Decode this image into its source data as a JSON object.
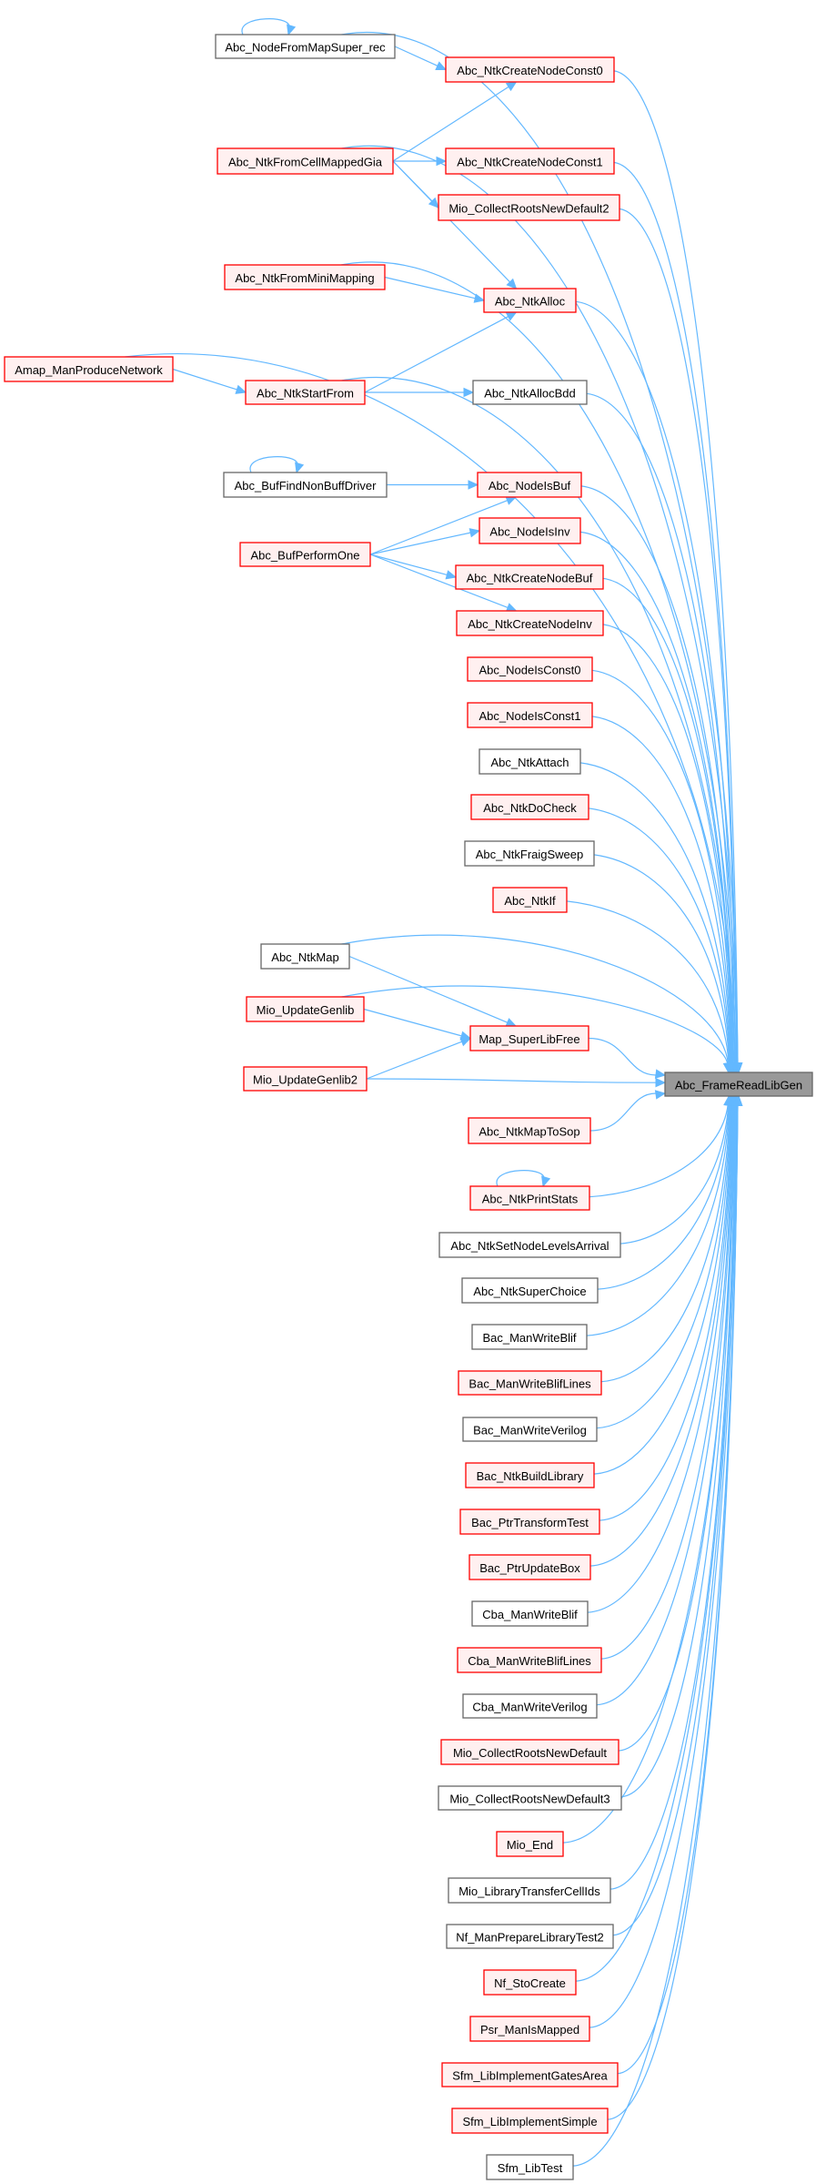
{
  "title": "Abc_FrameReadLibGen caller graph",
  "colors": {
    "edge": "#63b8ff",
    "red_border": "#ff0000",
    "red_fill": "#fff0f0",
    "gray_border": "#666666",
    "target_fill": "#999999"
  },
  "target": {
    "id": "target",
    "label": "Abc_FrameReadLibGen"
  },
  "nodes": [
    {
      "id": "n1",
      "label": "Abc_NodeFromMapSuper_rec",
      "style": "gray"
    },
    {
      "id": "n2",
      "label": "Abc_NtkCreateNodeConst0",
      "style": "red"
    },
    {
      "id": "n3",
      "label": "Abc_NtkFromCellMappedGia",
      "style": "red"
    },
    {
      "id": "n4",
      "label": "Abc_NtkCreateNodeConst1",
      "style": "red"
    },
    {
      "id": "n5",
      "label": "Mio_CollectRootsNewDefault2",
      "style": "red"
    },
    {
      "id": "n6",
      "label": "Abc_NtkFromMiniMapping",
      "style": "red"
    },
    {
      "id": "n7",
      "label": "Abc_NtkAlloc",
      "style": "red"
    },
    {
      "id": "n8",
      "label": "Amap_ManProduceNetwork",
      "style": "red"
    },
    {
      "id": "n9",
      "label": "Abc_NtkStartFrom",
      "style": "red"
    },
    {
      "id": "n10",
      "label": "Abc_NtkAllocBdd",
      "style": "gray"
    },
    {
      "id": "n11",
      "label": "Abc_BufFindNonBuffDriver",
      "style": "gray"
    },
    {
      "id": "n12",
      "label": "Abc_NodeIsBuf",
      "style": "red"
    },
    {
      "id": "n13",
      "label": "Abc_NodeIsInv",
      "style": "red"
    },
    {
      "id": "n14",
      "label": "Abc_BufPerformOne",
      "style": "red"
    },
    {
      "id": "n15",
      "label": "Abc_NtkCreateNodeBuf",
      "style": "red"
    },
    {
      "id": "n16",
      "label": "Abc_NtkCreateNodeInv",
      "style": "red"
    },
    {
      "id": "n17",
      "label": "Abc_NodeIsConst0",
      "style": "red"
    },
    {
      "id": "n18",
      "label": "Abc_NodeIsConst1",
      "style": "red"
    },
    {
      "id": "n19",
      "label": "Abc_NtkAttach",
      "style": "gray"
    },
    {
      "id": "n20",
      "label": "Abc_NtkDoCheck",
      "style": "red"
    },
    {
      "id": "n21",
      "label": "Abc_NtkFraigSweep",
      "style": "gray"
    },
    {
      "id": "n22",
      "label": "Abc_NtkIf",
      "style": "red"
    },
    {
      "id": "n23",
      "label": "Abc_NtkMap",
      "style": "gray"
    },
    {
      "id": "n24",
      "label": "Mio_UpdateGenlib",
      "style": "red"
    },
    {
      "id": "n25",
      "label": "Map_SuperLibFree",
      "style": "red"
    },
    {
      "id": "n26",
      "label": "Mio_UpdateGenlib2",
      "style": "red"
    },
    {
      "id": "n27",
      "label": "Abc_NtkMapToSop",
      "style": "red"
    },
    {
      "id": "n28",
      "label": "Abc_NtkPrintStats",
      "style": "red"
    },
    {
      "id": "n29",
      "label": "Abc_NtkSetNodeLevelsArrival",
      "style": "gray"
    },
    {
      "id": "n30",
      "label": "Abc_NtkSuperChoice",
      "style": "gray"
    },
    {
      "id": "n31",
      "label": "Bac_ManWriteBlif",
      "style": "gray"
    },
    {
      "id": "n32",
      "label": "Bac_ManWriteBlifLines",
      "style": "red"
    },
    {
      "id": "n33",
      "label": "Bac_ManWriteVerilog",
      "style": "gray"
    },
    {
      "id": "n34",
      "label": "Bac_NtkBuildLibrary",
      "style": "red"
    },
    {
      "id": "n35",
      "label": "Bac_PtrTransformTest",
      "style": "red"
    },
    {
      "id": "n36",
      "label": "Bac_PtrUpdateBox",
      "style": "red"
    },
    {
      "id": "n37",
      "label": "Cba_ManWriteBlif",
      "style": "gray"
    },
    {
      "id": "n38",
      "label": "Cba_ManWriteBlifLines",
      "style": "red"
    },
    {
      "id": "n39",
      "label": "Cba_ManWriteVerilog",
      "style": "gray"
    },
    {
      "id": "n40",
      "label": "Mio_CollectRootsNewDefault",
      "style": "red"
    },
    {
      "id": "n41",
      "label": "Mio_CollectRootsNewDefault3",
      "style": "gray"
    },
    {
      "id": "n42",
      "label": "Mio_End",
      "style": "red"
    },
    {
      "id": "n43",
      "label": "Mio_LibraryTransferCellIds",
      "style": "gray"
    },
    {
      "id": "n44",
      "label": "Nf_ManPrepareLibraryTest2",
      "style": "gray"
    },
    {
      "id": "n45",
      "label": "Nf_StoCreate",
      "style": "red"
    },
    {
      "id": "n46",
      "label": "Psr_ManIsMapped",
      "style": "red"
    },
    {
      "id": "n47",
      "label": "Sfm_LibImplementGatesArea",
      "style": "red"
    },
    {
      "id": "n48",
      "label": "Sfm_LibImplementSimple",
      "style": "red"
    },
    {
      "id": "n49",
      "label": "Sfm_LibTest",
      "style": "gray"
    }
  ],
  "edges": [
    [
      "n1",
      "n1"
    ],
    [
      "n1",
      "n2"
    ],
    [
      "n1",
      "target"
    ],
    [
      "n3",
      "n2"
    ],
    [
      "n3",
      "n4"
    ],
    [
      "n3",
      "n5"
    ],
    [
      "n3",
      "n7"
    ],
    [
      "n3",
      "target"
    ],
    [
      "n2",
      "target"
    ],
    [
      "n4",
      "target"
    ],
    [
      "n5",
      "target"
    ],
    [
      "n6",
      "n7"
    ],
    [
      "n6",
      "target"
    ],
    [
      "n7",
      "target"
    ],
    [
      "n8",
      "n9"
    ],
    [
      "n8",
      "target"
    ],
    [
      "n9",
      "n7"
    ],
    [
      "n9",
      "n10"
    ],
    [
      "n9",
      "target"
    ],
    [
      "n10",
      "target"
    ],
    [
      "n11",
      "n11"
    ],
    [
      "n11",
      "n12"
    ],
    [
      "n14",
      "n12"
    ],
    [
      "n14",
      "n13"
    ],
    [
      "n14",
      "n15"
    ],
    [
      "n14",
      "n16"
    ],
    [
      "n12",
      "target"
    ],
    [
      "n13",
      "target"
    ],
    [
      "n15",
      "target"
    ],
    [
      "n16",
      "target"
    ],
    [
      "n17",
      "target"
    ],
    [
      "n18",
      "target"
    ],
    [
      "n19",
      "target"
    ],
    [
      "n20",
      "target"
    ],
    [
      "n21",
      "target"
    ],
    [
      "n22",
      "target"
    ],
    [
      "n23",
      "target"
    ],
    [
      "n23",
      "n25"
    ],
    [
      "n24",
      "target"
    ],
    [
      "n24",
      "n25"
    ],
    [
      "n26",
      "n25"
    ],
    [
      "n26",
      "target"
    ],
    [
      "n25",
      "target"
    ],
    [
      "n27",
      "target"
    ],
    [
      "n28",
      "n28"
    ],
    [
      "n28",
      "target"
    ],
    [
      "n29",
      "target"
    ],
    [
      "n30",
      "target"
    ],
    [
      "n31",
      "target"
    ],
    [
      "n32",
      "target"
    ],
    [
      "n33",
      "target"
    ],
    [
      "n34",
      "target"
    ],
    [
      "n35",
      "target"
    ],
    [
      "n36",
      "target"
    ],
    [
      "n37",
      "target"
    ],
    [
      "n38",
      "target"
    ],
    [
      "n39",
      "target"
    ],
    [
      "n40",
      "target"
    ],
    [
      "n41",
      "target"
    ],
    [
      "n42",
      "target"
    ],
    [
      "n43",
      "target"
    ],
    [
      "n44",
      "target"
    ],
    [
      "n45",
      "target"
    ],
    [
      "n46",
      "target"
    ],
    [
      "n47",
      "target"
    ],
    [
      "n48",
      "target"
    ],
    [
      "n49",
      "target"
    ]
  ]
}
